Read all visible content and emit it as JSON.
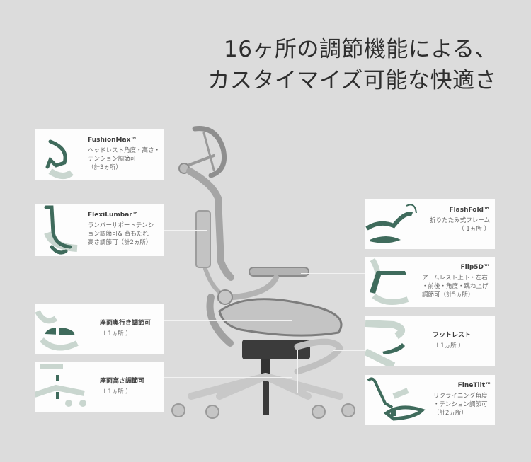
{
  "headline": {
    "line1": "16ヶ所の調節機能による、",
    "line2": "カスタイマイズ可能な快適さ"
  },
  "features_left": [
    {
      "title": "FushionMax™",
      "lines": [
        "ヘッドレスト角度・高さ・",
        "テンション調節可",
        "（計3ヵ所）"
      ]
    },
    {
      "title": "FlexiLumbar™",
      "lines": [
        "ランバーサポートテンシ",
        "ョン調節可& 背もたれ",
        "高さ調節可（計2ヵ所）"
      ]
    },
    {
      "title": "座面奥行き調節可",
      "lines": [
        "（ 1ヵ所 ）"
      ]
    },
    {
      "title": "座面高さ調節可",
      "lines": [
        "（ 1ヵ所 ）"
      ]
    }
  ],
  "features_right": [
    {
      "title": "FlashFold™",
      "lines": [
        "折りたたみ式フレーム",
        "（ 1ヵ所 ）"
      ]
    },
    {
      "title": "Flip5D™",
      "lines": [
        "アームレスト上下・左右",
        "・前後・角度・跳ね上げ",
        "調節可（計5ヵ所）"
      ]
    },
    {
      "title": "フットレスト",
      "lines": [
        "（ 1ヵ所 ）"
      ]
    },
    {
      "title": "FineTilt™",
      "lines": [
        "リクライニング角度",
        "・テンション調節可",
        "（計2ヵ所）"
      ]
    }
  ],
  "colors": {
    "background": "#dcdcdc",
    "card": "#fdfdfd",
    "icon_dark": "#3f6b5c",
    "icon_light": "#c9d6cf",
    "chair": "#a9a9a9"
  }
}
